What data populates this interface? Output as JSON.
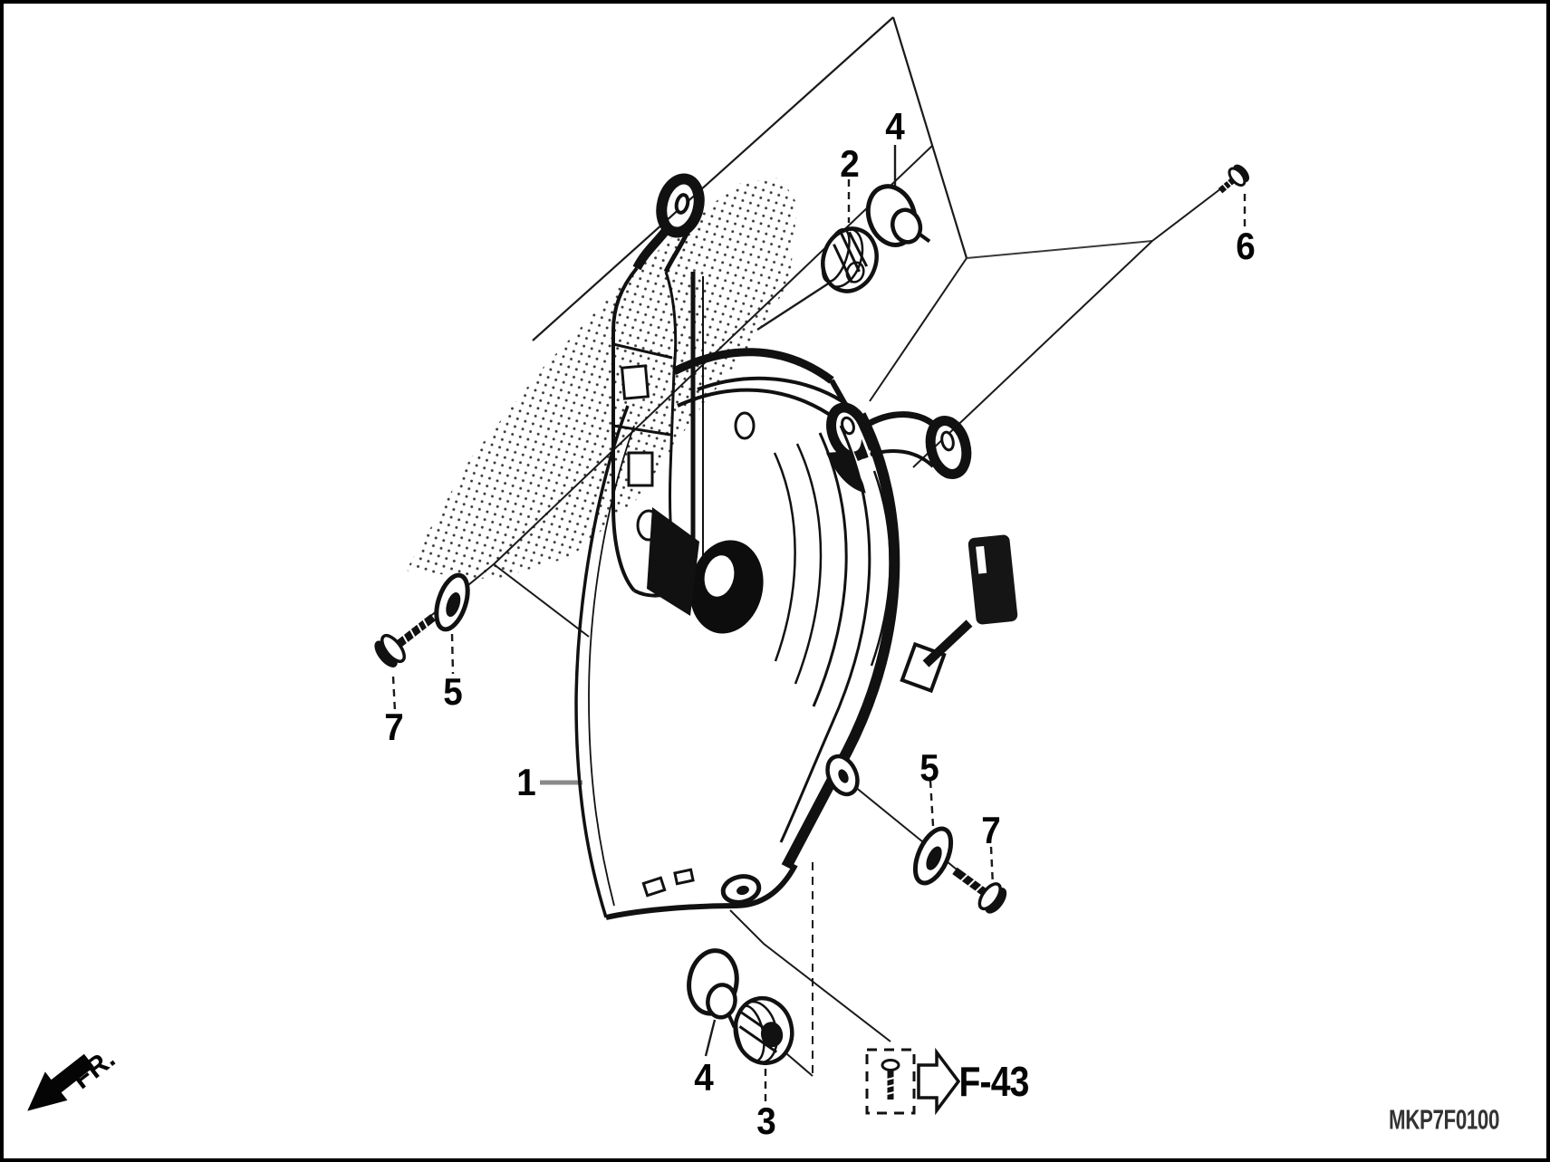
{
  "diagram": {
    "figure_code": "MKP7F0100",
    "direction_indicator": {
      "label": "FR."
    },
    "reference_link": {
      "label": "F-43"
    },
    "callouts": [
      {
        "label": "1"
      },
      {
        "label": "2"
      },
      {
        "label": "3"
      },
      {
        "label": "4"
      },
      {
        "label": "4"
      },
      {
        "label": "5"
      },
      {
        "label": "5"
      },
      {
        "label": "6"
      },
      {
        "label": "7"
      },
      {
        "label": "7"
      }
    ],
    "colors": {
      "line": "#1a1a1a",
      "background": "#ffffff"
    }
  }
}
